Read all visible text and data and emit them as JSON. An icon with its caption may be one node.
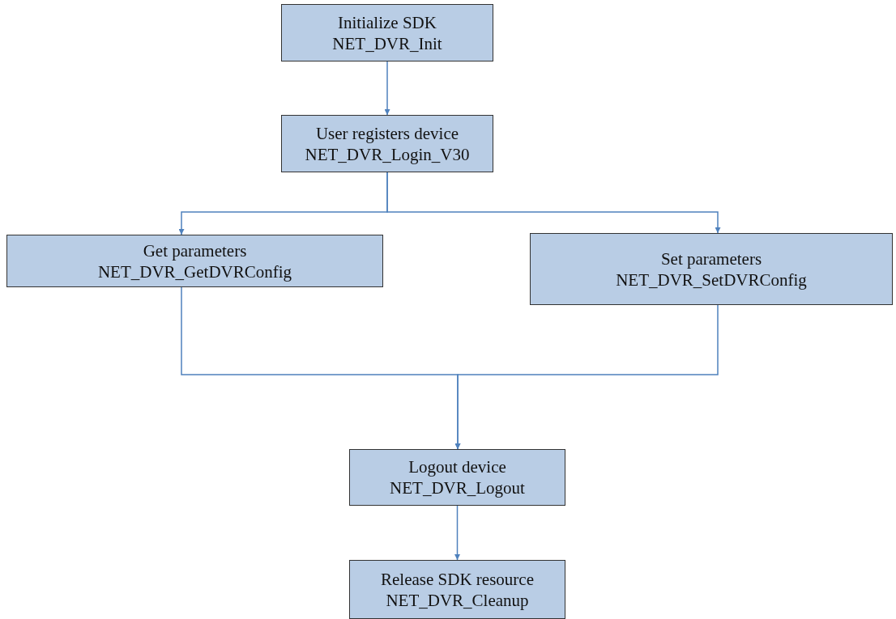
{
  "diagram": {
    "nodes": [
      {
        "text": [
          "Initialize SDK",
          "NET_DVR_Init"
        ]
      },
      {
        "text": [
          "User registers device",
          "NET_DVR_Login_V30"
        ]
      },
      {
        "text": [
          "Get parameters",
          "NET_DVR_GetDVRConfig"
        ]
      },
      {
        "text": [
          "Set parameters",
          "NET_DVR_SetDVRConfig"
        ]
      },
      {
        "text": [
          "Logout device",
          "NET_DVR_Logout"
        ]
      },
      {
        "text": [
          "Release SDK resource",
          "NET_DVR_Cleanup"
        ]
      }
    ],
    "edges": [
      {
        "from": 0,
        "to": 1,
        "arrow": "to"
      },
      {
        "from": 1,
        "to": 2,
        "arrow": "to"
      },
      {
        "from": 1,
        "to": 3,
        "arrow": "to"
      },
      {
        "from": 2,
        "to": 4,
        "arrow": "to"
      },
      {
        "from": 3,
        "to": 4,
        "arrow": "to"
      },
      {
        "from": 4,
        "to": 5,
        "arrow": "to"
      }
    ]
  }
}
